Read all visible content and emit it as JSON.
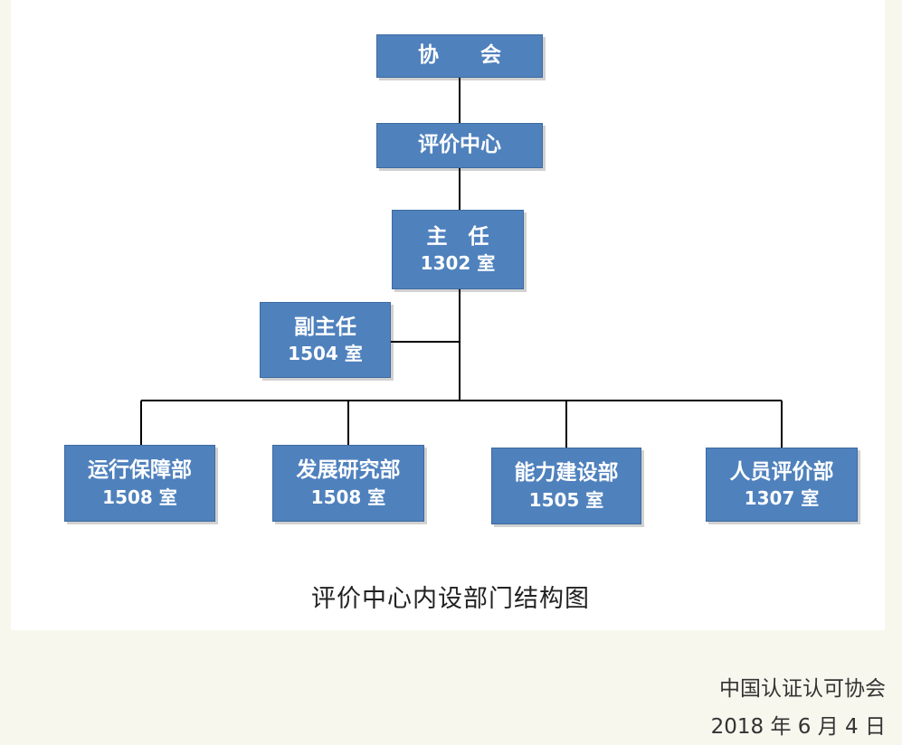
{
  "diagram": {
    "root": {
      "label": "协　　会"
    },
    "center": {
      "label": "评价中心"
    },
    "director": {
      "title": "主　任",
      "room": "1302 室"
    },
    "deputy": {
      "title": "副主任",
      "room": "1504 室"
    },
    "departments": [
      {
        "name": "运行保障部",
        "room": "1508 室"
      },
      {
        "name": "发展研究部",
        "room": "1508 室"
      },
      {
        "name": "能力建设部",
        "room": "1505 室"
      },
      {
        "name": "人员评价部",
        "room": "1307 室"
      }
    ],
    "caption": "评价中心内设部门结构图",
    "colors": {
      "box_fill": "#4f81bd",
      "box_border": "#3d6a9f",
      "box_text": "#ffffff",
      "connector": "#000000"
    }
  },
  "footer": {
    "org": "中国认证认可协会",
    "date": "2018 年 6 月 4 日"
  }
}
